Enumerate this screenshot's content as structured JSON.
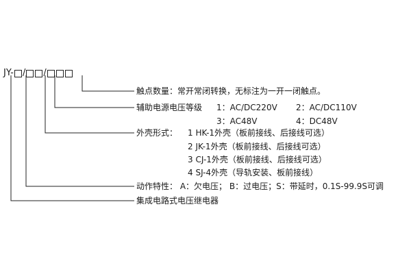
{
  "model_code": {
    "prefix": "JY-",
    "separator_1": "/",
    "separator_2": "/",
    "group_1_boxes": 1,
    "group_2_boxes": 2,
    "group_3_boxes": 3
  },
  "legend": {
    "contacts": "触点数量：常开常闭转换，无标注为一开一闭触点。",
    "voltage_title": "辅助电源电压等级",
    "voltage_1": "1：AC/DC220V",
    "voltage_2": "2：AC/DC110V",
    "voltage_3": "3：AC48V",
    "voltage_4": "4：DC48V",
    "housing_title": "外壳形式：",
    "housing_1": "1   HK-1外壳（板前接线、后接线可选）",
    "housing_2": "2   JK-1外壳（板前接线、后接线可选）",
    "housing_3": "3   CJ-1外壳（板前接线、后接线可选）",
    "housing_4": "4   SJ-4外壳（导轨安装、板前接线）",
    "action": "动作特性：  A：欠电压；  B：过电压；S：带延时，0.1S-99.9S可调",
    "product": "集成电路式电压继电器"
  }
}
